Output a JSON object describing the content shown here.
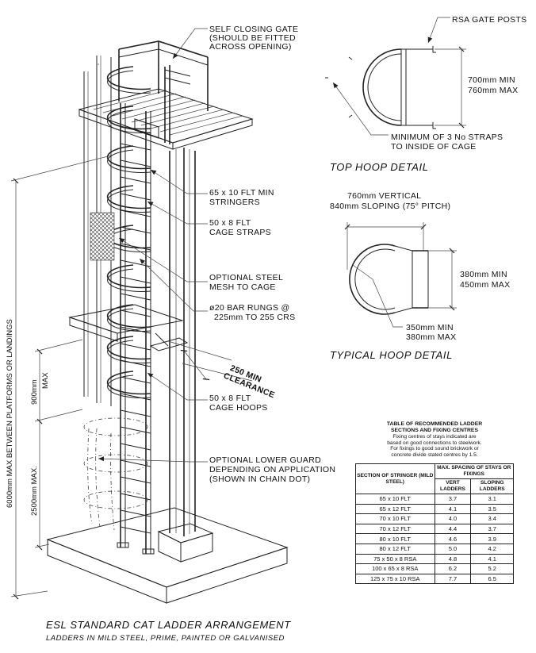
{
  "main_title": "ESL STANDARD CAT LADDER ARRANGEMENT",
  "main_subtitle": "LADDERS IN MILD STEEL, PRIME, PAINTED OR GALVANISED",
  "callouts": {
    "self_closing_gate": [
      "SELF CLOSING GATE",
      "(SHOULD BE FITTED",
      "ACROSS OPENING)"
    ],
    "stringers": [
      "65 x 10 FLT MIN",
      "STRINGERS"
    ],
    "cage_straps": [
      "50 x 8 FLT",
      "CAGE STRAPS"
    ],
    "steel_mesh": [
      "OPTIONAL STEEL",
      "MESH TO CAGE"
    ],
    "bar_rungs": [
      "ø20 BAR RUNGS @",
      "225mm TO 255 CRS"
    ],
    "clearance": [
      "250 MIN",
      "CLEARANCE"
    ],
    "cage_hoops": [
      "50 x 8 FLT",
      "CAGE HOOPS"
    ],
    "lower_guard": [
      "OPTIONAL LOWER GUARD",
      "DEPENDING ON APPLICATION",
      "(SHOWN IN CHAIN DOT)"
    ]
  },
  "dimensions": {
    "max_between_platforms": "6000mm MAX BETWEEN PLATFORMS OR LANDINGS",
    "hoop_spacing_value": "900mm",
    "hoop_spacing_suffix": "MAX",
    "first_hoop_height": "2500mm MAX."
  },
  "top_hoop_detail": {
    "title": "TOP HOOP DETAIL",
    "gate_posts": "RSA GATE POSTS",
    "width_min": "700mm MIN",
    "width_max": "760mm MAX",
    "straps_note": [
      "MINIMUM OF 3 No STRAPS",
      "TO INSIDE OF CAGE"
    ]
  },
  "typical_hoop_detail": {
    "title": "TYPICAL HOOP DETAIL",
    "vertical": "760mm VERTICAL",
    "sloping": "840mm SLOPING (75° PITCH)",
    "width_min": "380mm MIN",
    "width_max": "450mm MAX",
    "radius_min": "350mm MIN",
    "radius_max": "380mm MAX"
  },
  "table": {
    "title": [
      "TABLE OF RECOMMENDED LADDER",
      "SECTIONS AND FIXING CENTRES"
    ],
    "note": [
      "Fixing centres of stays indicated are",
      "based on good connections to steelwork.",
      "For fixings to good sound brickwork or",
      "concrete divide stated centres by 1.5."
    ],
    "col_section": "SECTION OF STRINGER (MILD STEEL)",
    "col_group": "MAX. SPACING OF STAYS OR FIXINGS",
    "col_vert": "VERT LADDERS",
    "col_slope": "SLOPING LADDERS",
    "rows": [
      [
        "65 x 10 FLT",
        "3.7",
        "3.1"
      ],
      [
        "65 x 12 FLT",
        "4.1",
        "3.5"
      ],
      [
        "70 x 10 FLT",
        "4.0",
        "3.4"
      ],
      [
        "70 x 12 FLT",
        "4.4",
        "3.7"
      ],
      [
        "80 x 10 FLT",
        "4.6",
        "3.9"
      ],
      [
        "80 x 12 FLT",
        "5.0",
        "4.2"
      ],
      [
        "75 x 50 x 8 RSA",
        "4.8",
        "4.1"
      ],
      [
        "100 x 65 x 8 RSA",
        "6.2",
        "5.2"
      ],
      [
        "125 x 75 x 10 RSA",
        "7.7",
        "6.5"
      ]
    ]
  }
}
